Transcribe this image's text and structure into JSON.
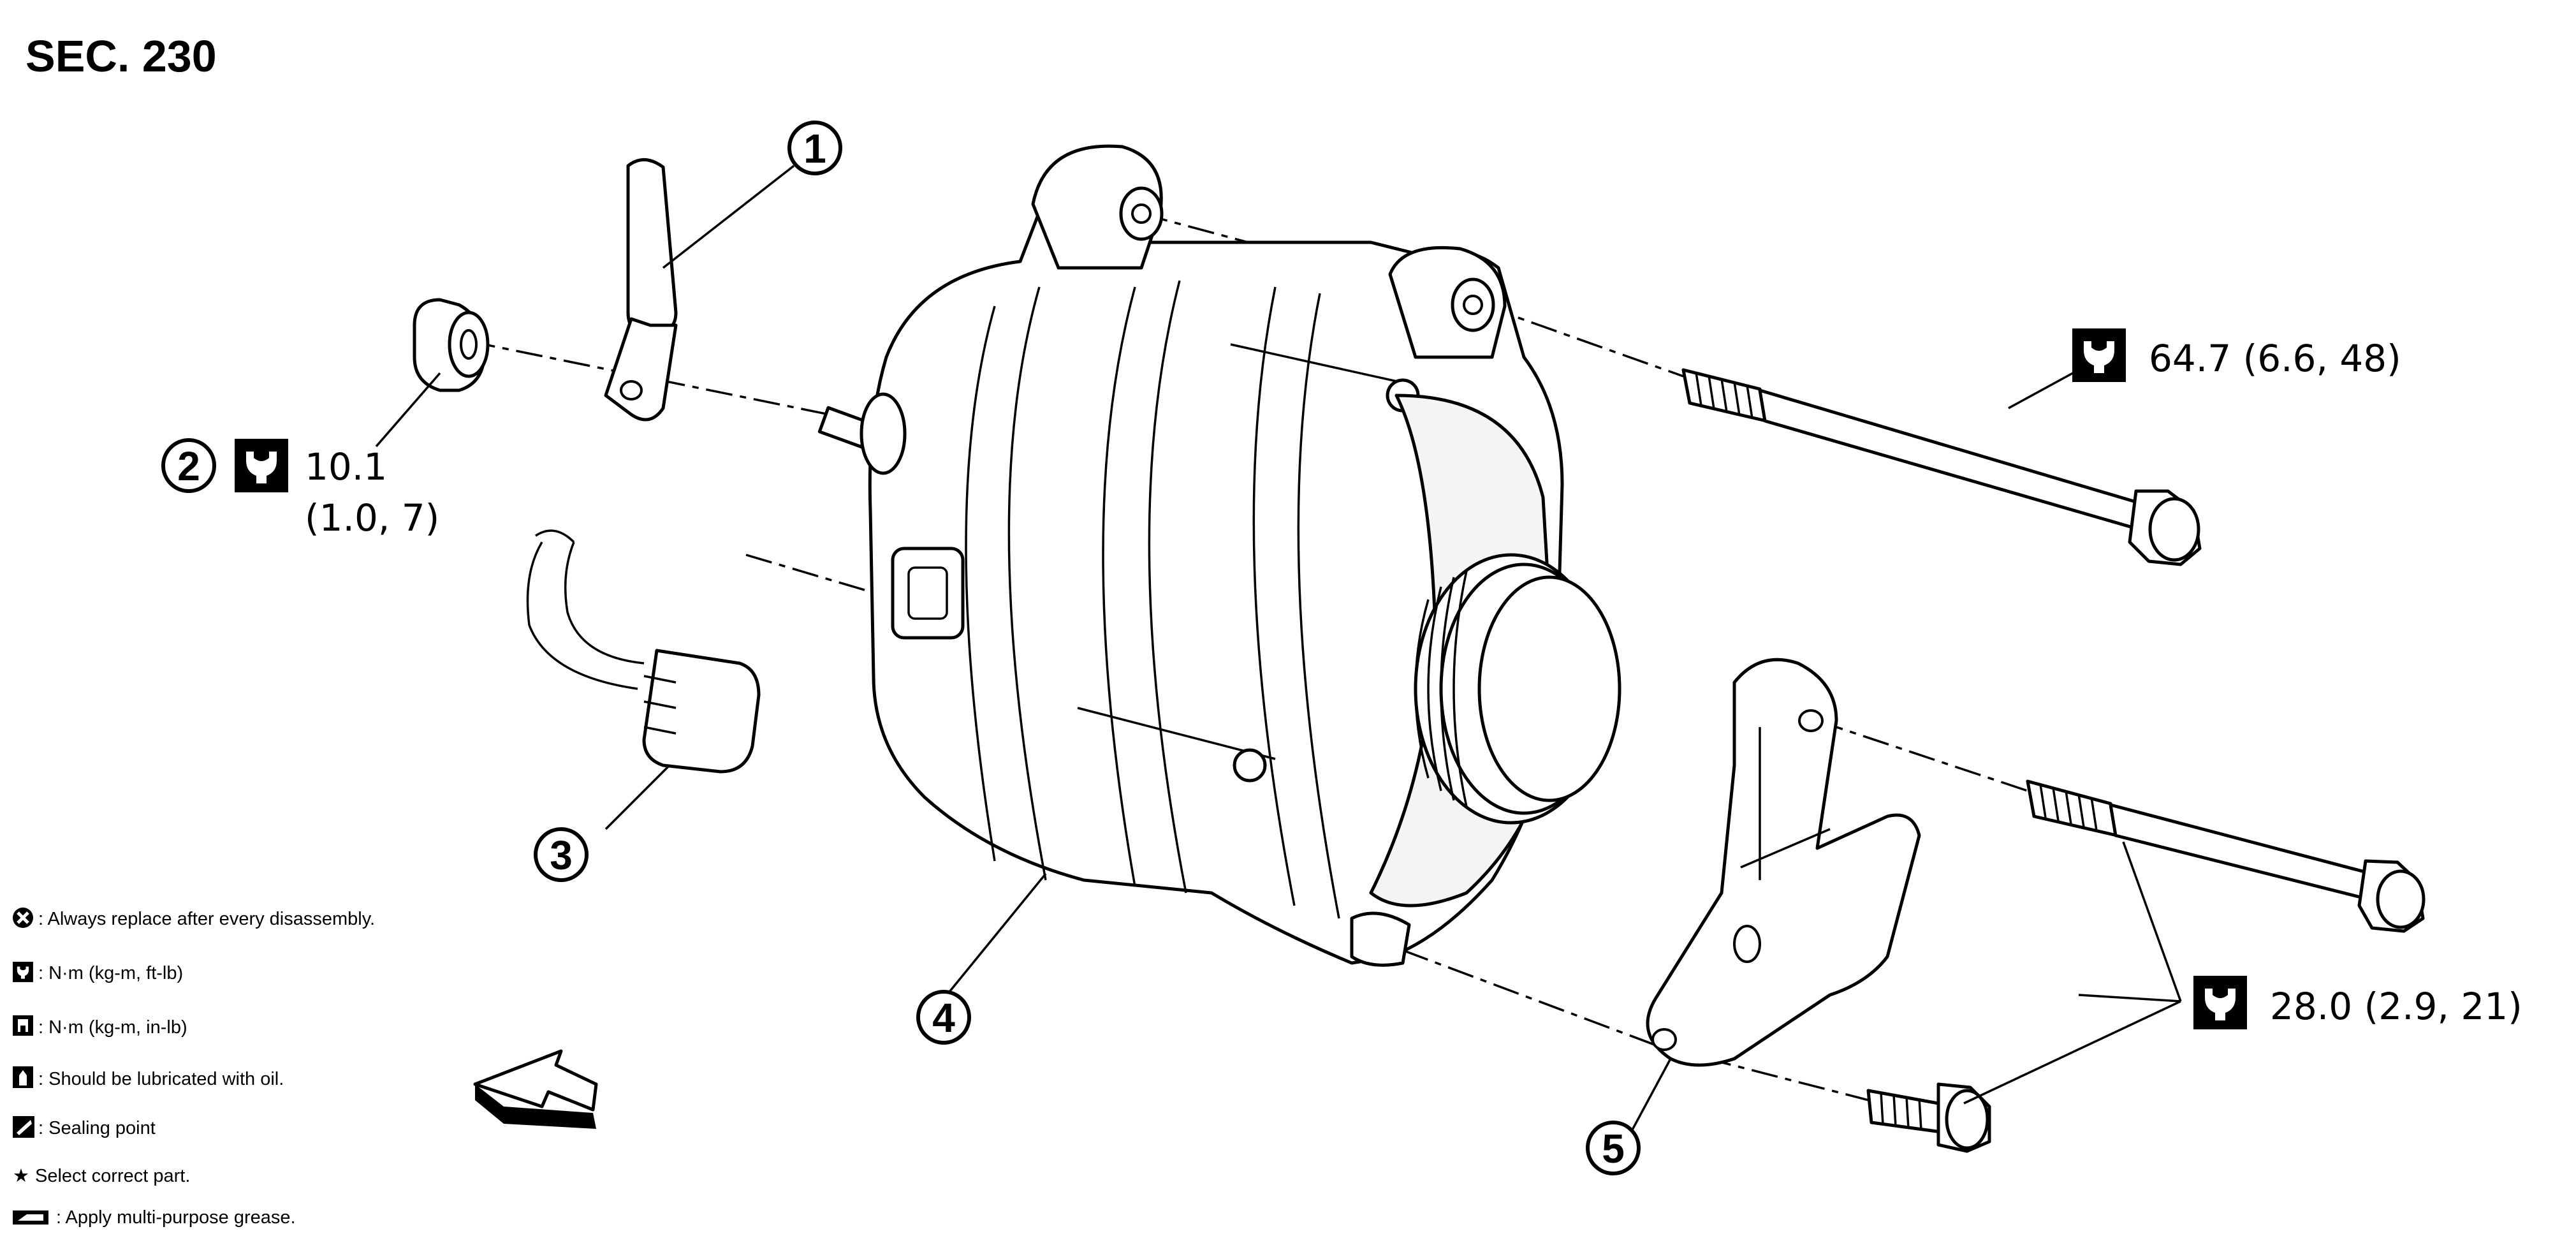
{
  "section": {
    "title": "SEC. 230"
  },
  "torque_specs": [
    {
      "id": "t-64",
      "value": "64.7 (6.6, 48)"
    },
    {
      "id": "t-10",
      "line1": "10.1",
      "line2": "(1.0, 7)"
    },
    {
      "id": "t-28",
      "value": "28.0 (2.9, 21)"
    }
  ],
  "callouts": [
    {
      "id": "c1",
      "number": "1"
    },
    {
      "id": "c2",
      "number": "2"
    },
    {
      "id": "c3",
      "number": "3"
    },
    {
      "id": "c4",
      "number": "4"
    },
    {
      "id": "c5",
      "number": "5"
    }
  ],
  "legend": {
    "items": [
      {
        "icon": "replace-icon",
        "text": ": Always replace after every disassembly."
      },
      {
        "icon": "torque-wrench-icon",
        "text": ": N·m (kg-m, ft-lb)"
      },
      {
        "icon": "torque-wrench-small-icon",
        "text": ": N·m (kg-m, in-lb)"
      },
      {
        "icon": "oil-can-icon",
        "text": ": Should be lubricated with oil."
      },
      {
        "icon": "sealing-icon",
        "text": ": Sealing point"
      },
      {
        "icon": "star-icon",
        "text": "Select correct part."
      },
      {
        "icon": "grease-icon",
        "text": ": Apply multi-purpose grease."
      }
    ]
  },
  "icons": {
    "front_arrow": "front-arrow-icon"
  },
  "colors": {
    "line": "#000000",
    "background": "#ffffff"
  }
}
